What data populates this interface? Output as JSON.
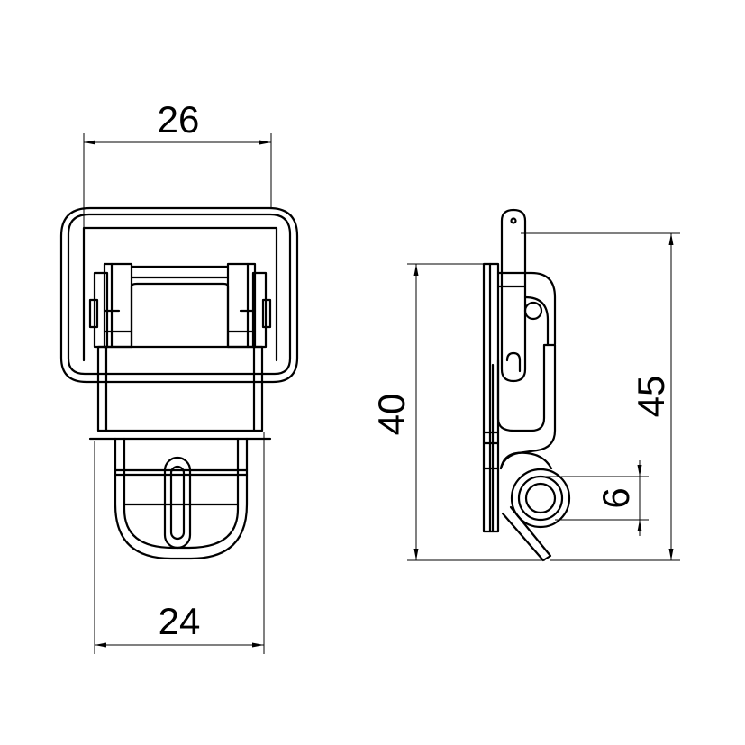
{
  "dimensions": {
    "top_width": "26",
    "bottom_width": "24",
    "height_left": "40",
    "height_right": "45",
    "spring_diameter": "6"
  },
  "colors": {
    "line": "#000000",
    "background": "#ffffff"
  }
}
